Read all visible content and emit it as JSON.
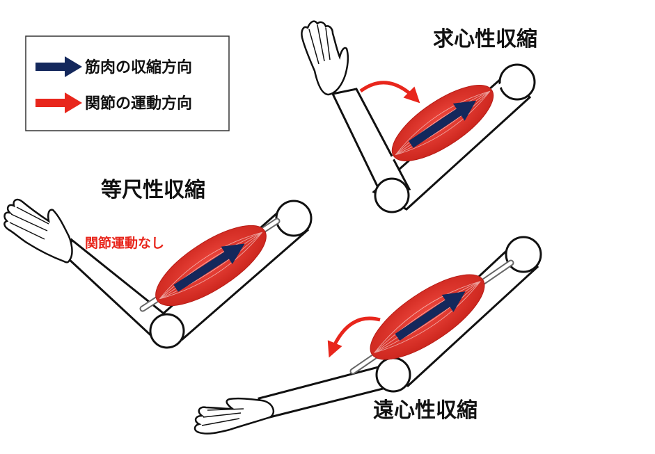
{
  "legend": {
    "items": [
      {
        "label": "筋肉の収縮方向",
        "arrow_color": "#14285c"
      },
      {
        "label": "関節の運動方向",
        "arrow_color": "#e8261c"
      }
    ]
  },
  "panels": {
    "concentric": {
      "title": "求心性収縮"
    },
    "isometric": {
      "title": "等尺性収縮",
      "note": "関節運動なし"
    },
    "eccentric": {
      "title": "遠心性収縮"
    }
  },
  "colors": {
    "muscle": "#e8342b",
    "muscle_dark": "#b71c16",
    "contraction_arrow": "#14285c",
    "joint_arrow": "#e8261c",
    "note_text": "#e8261c",
    "outline": "#111111"
  },
  "icons": {
    "contraction": "dark-blue-arrow-icon",
    "joint_motion": "red-arrow-icon"
  }
}
